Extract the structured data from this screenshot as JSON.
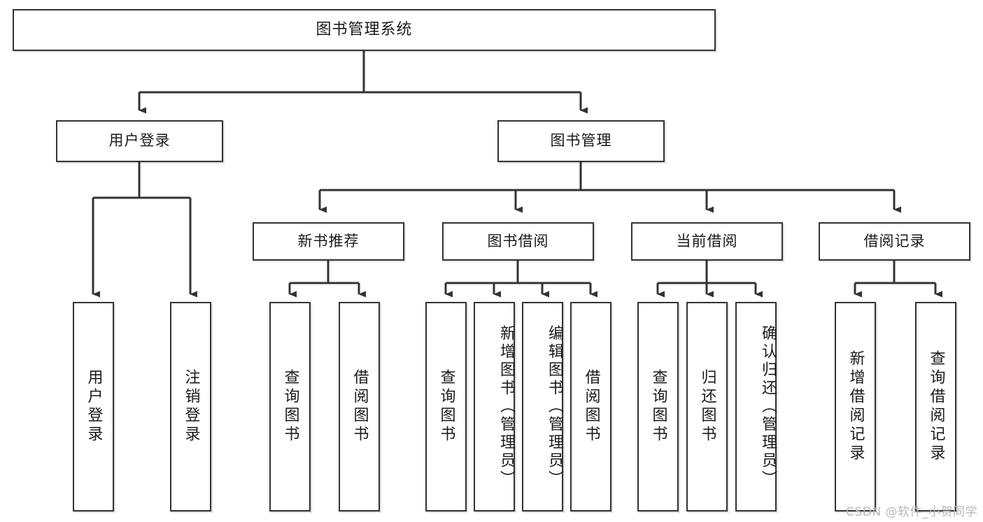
{
  "diagram": {
    "title": "图书管理系统",
    "type": "tree-hierarchy",
    "orientation": "top-down"
  },
  "root": {
    "label": "图书管理系统"
  },
  "level1": [
    {
      "label": "用户登录"
    },
    {
      "label": "图书管理"
    }
  ],
  "level2": [
    {
      "label": "新书推荐"
    },
    {
      "label": "图书借阅"
    },
    {
      "label": "当前借阅"
    },
    {
      "label": "借阅记录"
    }
  ],
  "leaves": {
    "user_login": [
      {
        "label": "用户登录"
      },
      {
        "label": "注销登录"
      }
    ],
    "new_book_recommend": [
      {
        "label": "查询图书"
      },
      {
        "label": "借阅图书"
      }
    ],
    "book_borrow": [
      {
        "label": "查询图书"
      },
      {
        "label": "新增图书（管理员）"
      },
      {
        "label": "编辑图书（管理员）"
      },
      {
        "label": "借阅图书"
      }
    ],
    "current_borrow": [
      {
        "label": "查询图书"
      },
      {
        "label": "归还图书"
      },
      {
        "label": "确认归还（管理员）"
      }
    ],
    "borrow_record": [
      {
        "label": "新增借阅记录"
      },
      {
        "label": "查询借阅记录"
      }
    ]
  },
  "watermark": {
    "text": "CSDN @软件_小贺同学"
  },
  "colors": {
    "border": "#333333",
    "background": "#ffffff",
    "text": "#1a1a1a",
    "connector": "#333333",
    "watermark": "#b8b8b8"
  },
  "chart_data": {
    "type": "table",
    "title": "图书管理系统 功能结构图",
    "nodes": [
      {
        "id": "root",
        "label": "图书管理系统",
        "level": 0,
        "parent": null
      },
      {
        "id": "n-user-login",
        "label": "用户登录",
        "level": 1,
        "parent": "root"
      },
      {
        "id": "n-book-manage",
        "label": "图书管理",
        "level": 1,
        "parent": "root"
      },
      {
        "id": "n-new-book",
        "label": "新书推荐",
        "level": 2,
        "parent": "n-book-manage"
      },
      {
        "id": "n-book-borrow",
        "label": "图书借阅",
        "level": 2,
        "parent": "n-book-manage"
      },
      {
        "id": "n-current-borrow",
        "label": "当前借阅",
        "level": 2,
        "parent": "n-book-manage"
      },
      {
        "id": "n-borrow-record",
        "label": "借阅记录",
        "level": 2,
        "parent": "n-book-manage"
      },
      {
        "id": "l-login-1",
        "label": "用户登录",
        "level": 2,
        "parent": "n-user-login"
      },
      {
        "id": "l-login-2",
        "label": "注销登录",
        "level": 2,
        "parent": "n-user-login"
      },
      {
        "id": "l-nb-1",
        "label": "查询图书",
        "level": 3,
        "parent": "n-new-book"
      },
      {
        "id": "l-nb-2",
        "label": "借阅图书",
        "level": 3,
        "parent": "n-new-book"
      },
      {
        "id": "l-bb-1",
        "label": "查询图书",
        "level": 3,
        "parent": "n-book-borrow"
      },
      {
        "id": "l-bb-2",
        "label": "新增图书（管理员）",
        "level": 3,
        "parent": "n-book-borrow"
      },
      {
        "id": "l-bb-3",
        "label": "编辑图书（管理员）",
        "level": 3,
        "parent": "n-book-borrow"
      },
      {
        "id": "l-bb-4",
        "label": "借阅图书",
        "level": 3,
        "parent": "n-book-borrow"
      },
      {
        "id": "l-cb-1",
        "label": "查询图书",
        "level": 3,
        "parent": "n-current-borrow"
      },
      {
        "id": "l-cb-2",
        "label": "归还图书",
        "level": 3,
        "parent": "n-current-borrow"
      },
      {
        "id": "l-cb-3",
        "label": "确认归还（管理员）",
        "level": 3,
        "parent": "n-current-borrow"
      },
      {
        "id": "l-br-1",
        "label": "新增借阅记录",
        "level": 3,
        "parent": "n-borrow-record"
      },
      {
        "id": "l-br-2",
        "label": "查询借阅记录",
        "level": 3,
        "parent": "n-borrow-record"
      }
    ]
  }
}
